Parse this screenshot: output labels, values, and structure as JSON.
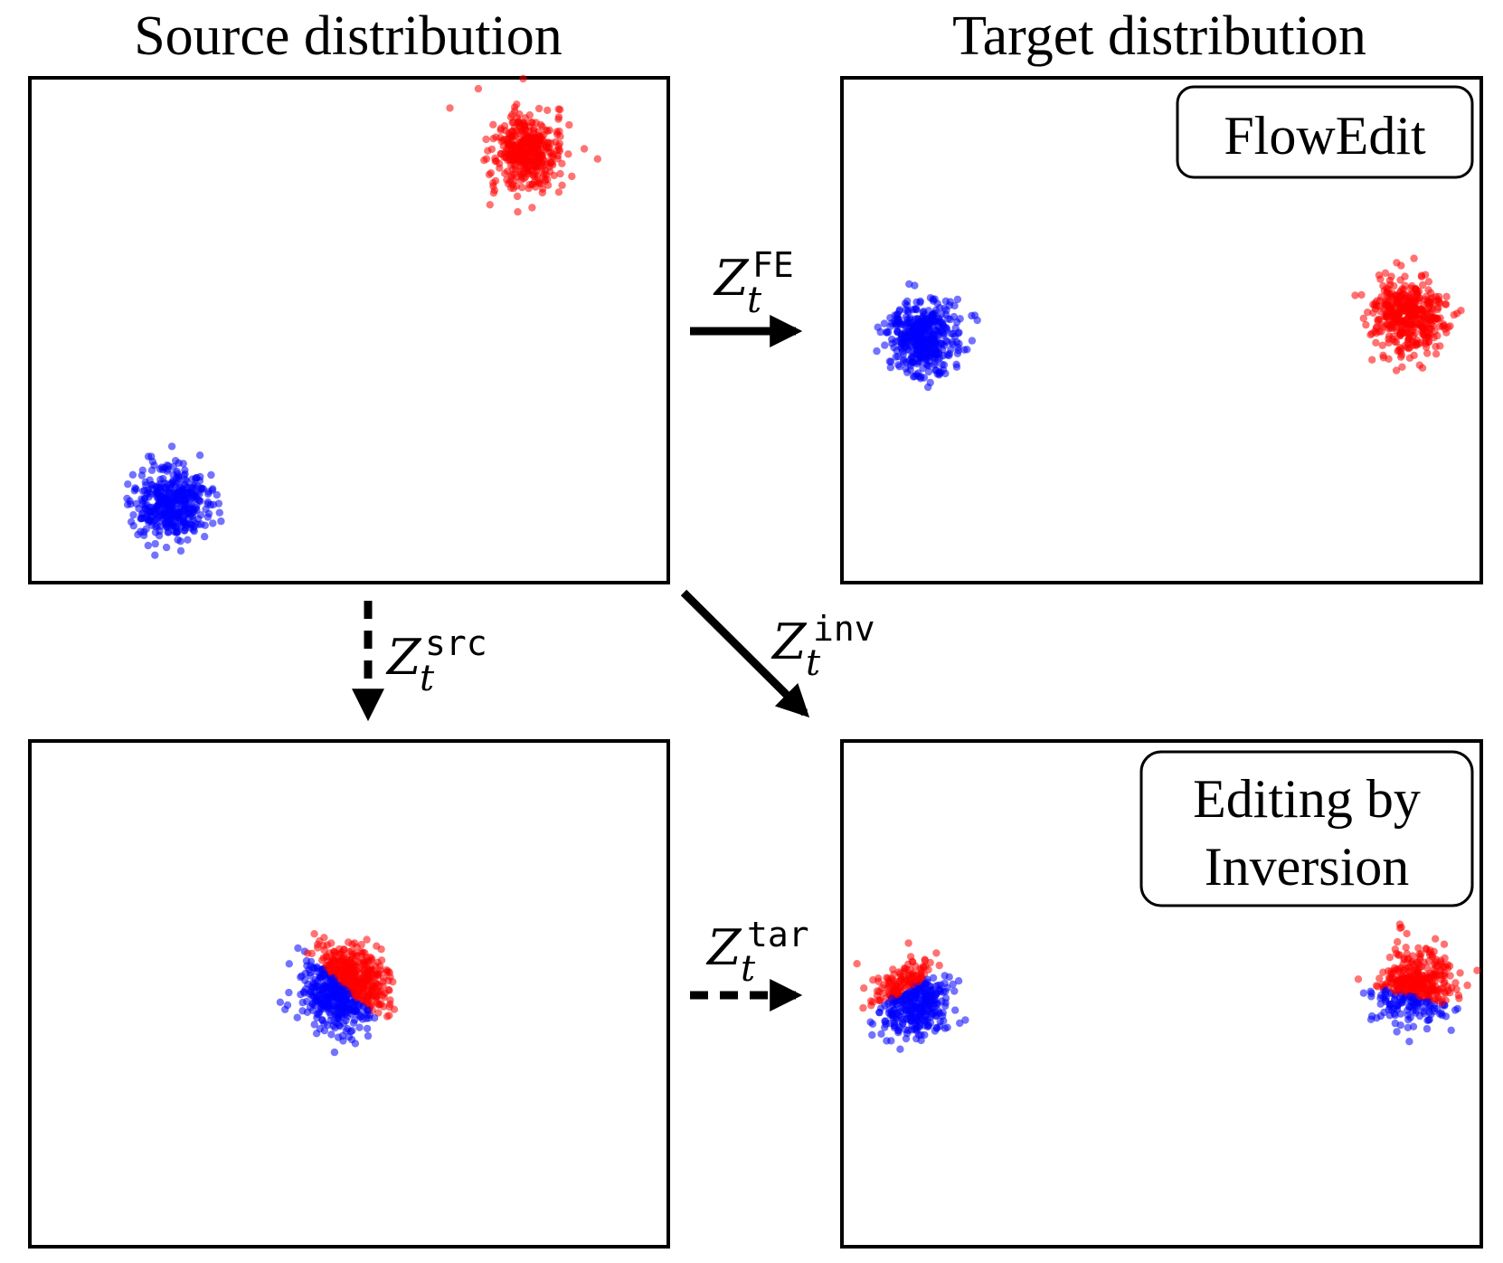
{
  "headings": {
    "source": "Source distribution",
    "target": "Target distribution"
  },
  "panel_labels": {
    "flowedit": "FlowEdit",
    "inversion_line1": "Editing by",
    "inversion_line2": "Inversion"
  },
  "arrows": {
    "flowedit": {
      "symbol": "Z",
      "subscript": "t",
      "superscript": "FE",
      "style": "solid"
    },
    "inversion": {
      "symbol": "Z",
      "subscript": "t",
      "superscript": "inv",
      "style": "solid"
    },
    "source": {
      "symbol": "Z",
      "subscript": "t",
      "superscript": "src",
      "style": "dashed"
    },
    "target": {
      "symbol": "Z",
      "subscript": "t",
      "superscript": "tar",
      "style": "dashed"
    }
  },
  "colors": {
    "class_a": "#ff0000",
    "class_b": "#0000ff",
    "frame": "#000000"
  }
}
